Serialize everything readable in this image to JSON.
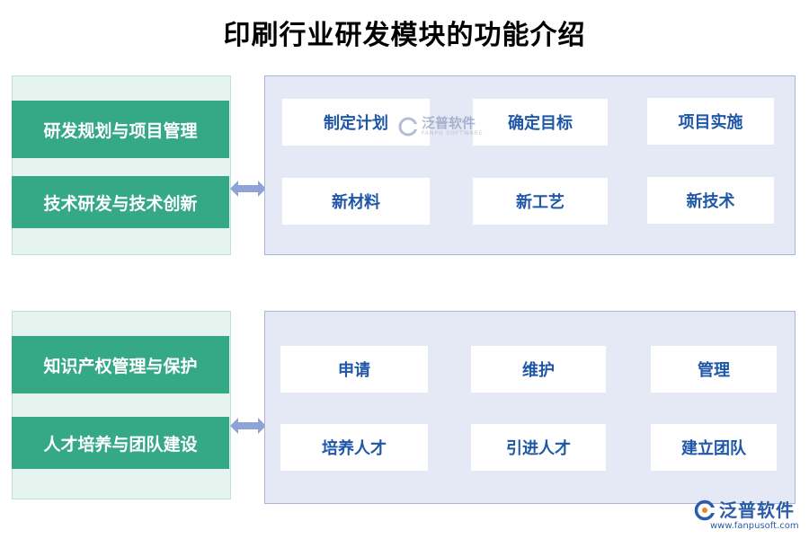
{
  "title": "印刷行业研发模块的功能介绍",
  "section1": {
    "left_items": [
      "研发规划与项目管理",
      "技术研发与技术创新"
    ],
    "right_items": [
      "制定计划",
      "确定目标",
      "项目实施",
      "新材料",
      "新工艺",
      "新技术"
    ]
  },
  "section2": {
    "left_items": [
      "知识产权管理与保护",
      "人才培养与团队建设"
    ],
    "right_items": [
      "申请",
      "维护",
      "管理",
      "培养人才",
      "引进人才",
      "建立团队"
    ]
  },
  "watermark": {
    "name": "泛普软件",
    "sub": "FANPU SOFTWARE"
  },
  "brand": {
    "name": "泛普软件",
    "url": "www.fanpusoft.com"
  },
  "colors": {
    "green": "#35a985",
    "item_text": "#1f57a8",
    "arrow": "#8fa3d6"
  }
}
